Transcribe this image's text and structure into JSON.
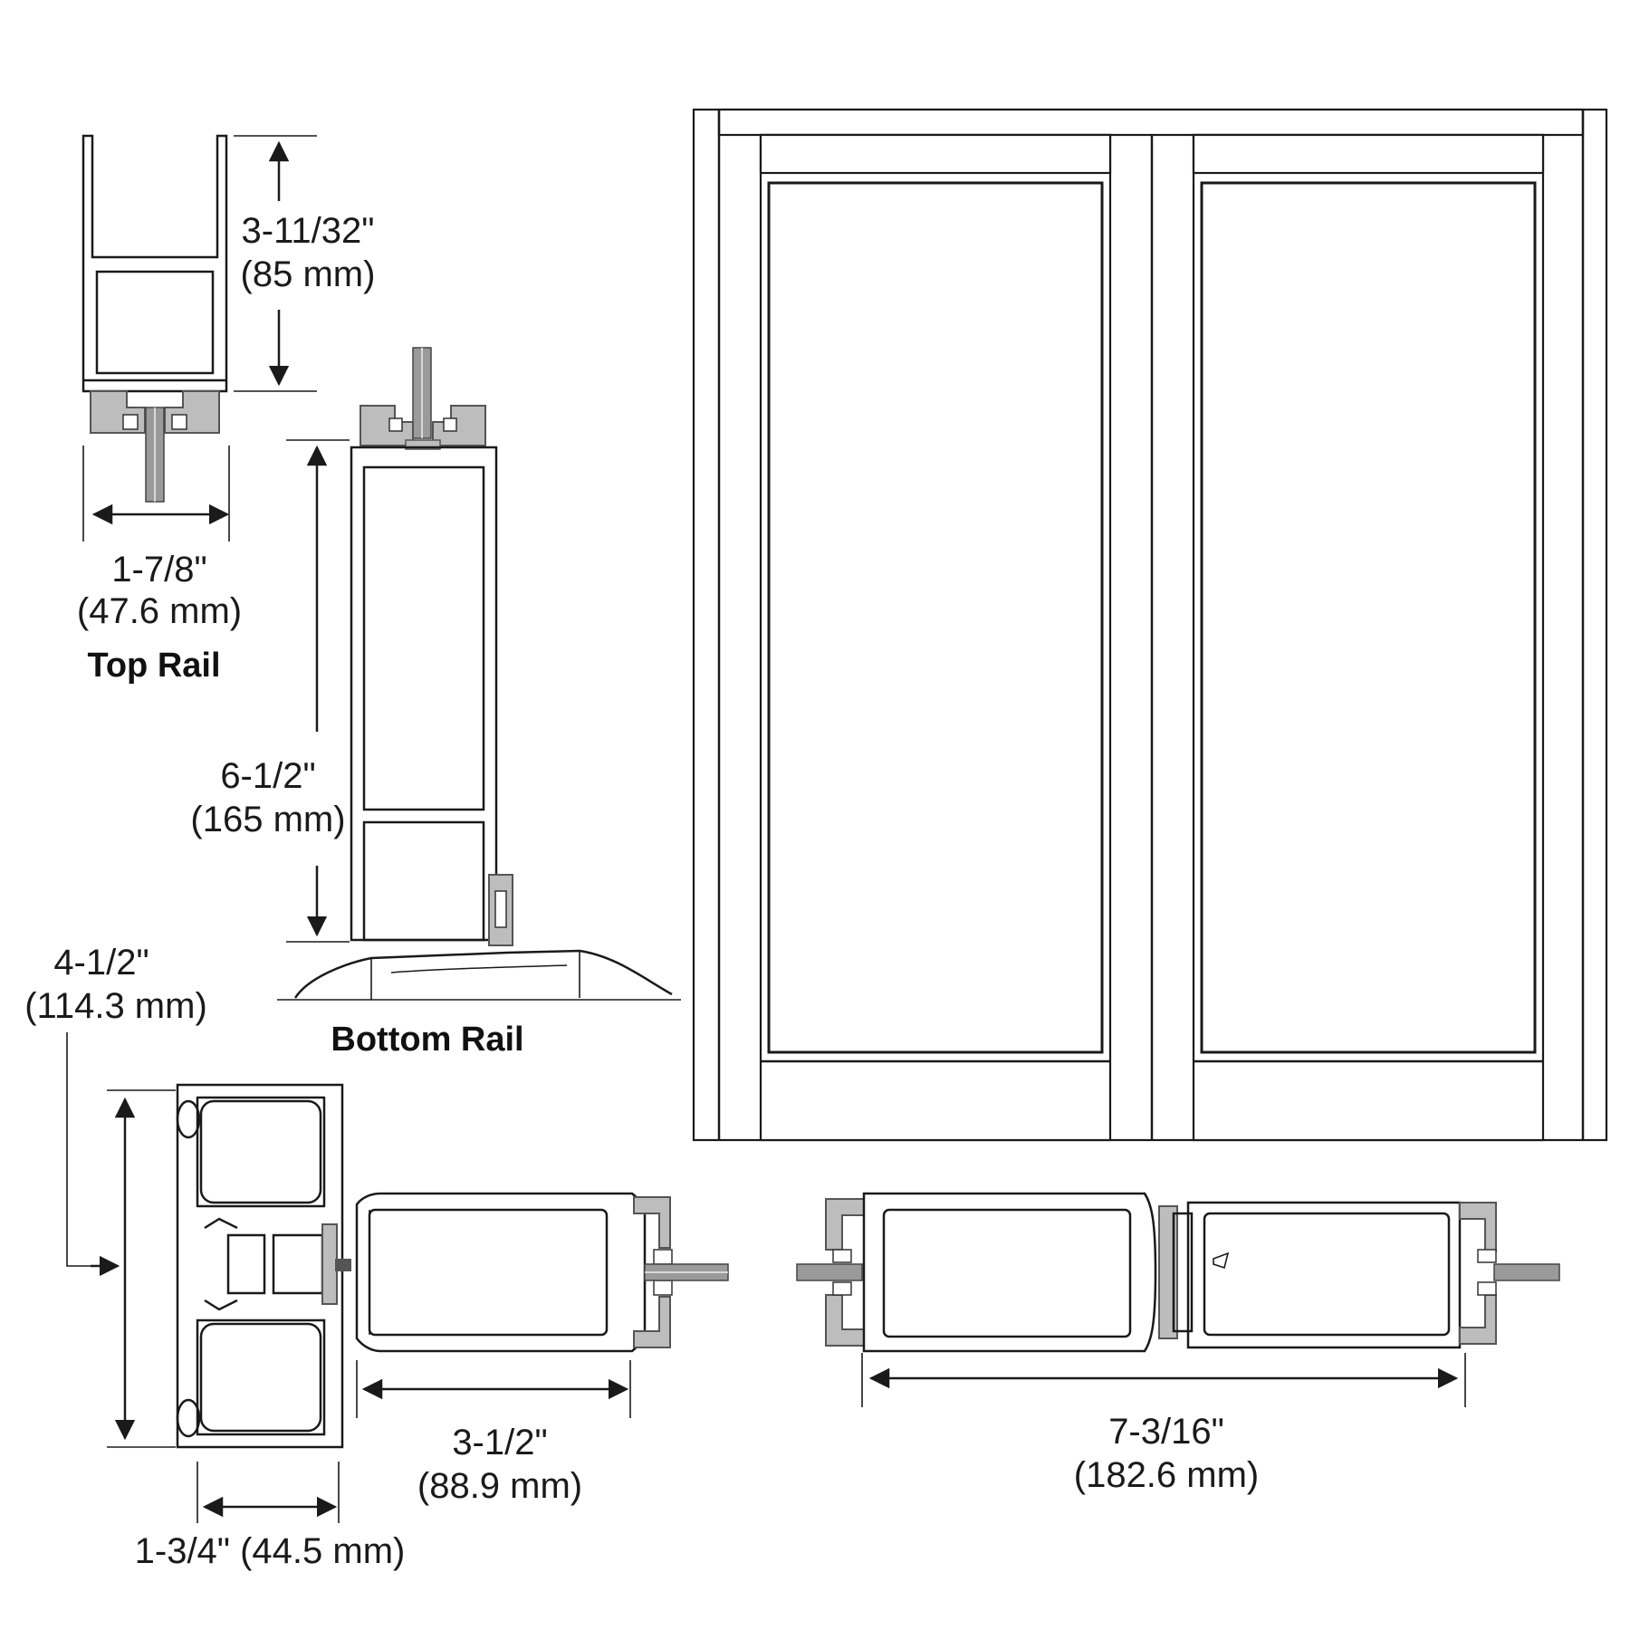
{
  "top_rail": {
    "label": "Top Rail",
    "height_in": "3-11/32\"",
    "height_mm": "(85 mm)",
    "width_in": "1-7/8\"",
    "width_mm": "(47.6 mm)"
  },
  "bottom_rail": {
    "label": "Bottom Rail",
    "height_in": "6-1/2\"",
    "height_mm": "(165 mm)"
  },
  "jamb_section": {
    "depth_in": "4-1/2\"",
    "depth_mm": "(114.3 mm)",
    "stile_in": "3-1/2\"",
    "stile_mm": "(88.9 mm)",
    "frame_width": "1-3/4\" (44.5 mm)"
  },
  "meeting_stiles": {
    "width_in": "7-3/16\"",
    "width_mm": "(182.6 mm)"
  },
  "colors": {
    "line": "#1a1a1a",
    "fill_gray": "#bdbdbd",
    "background": "#ffffff"
  }
}
